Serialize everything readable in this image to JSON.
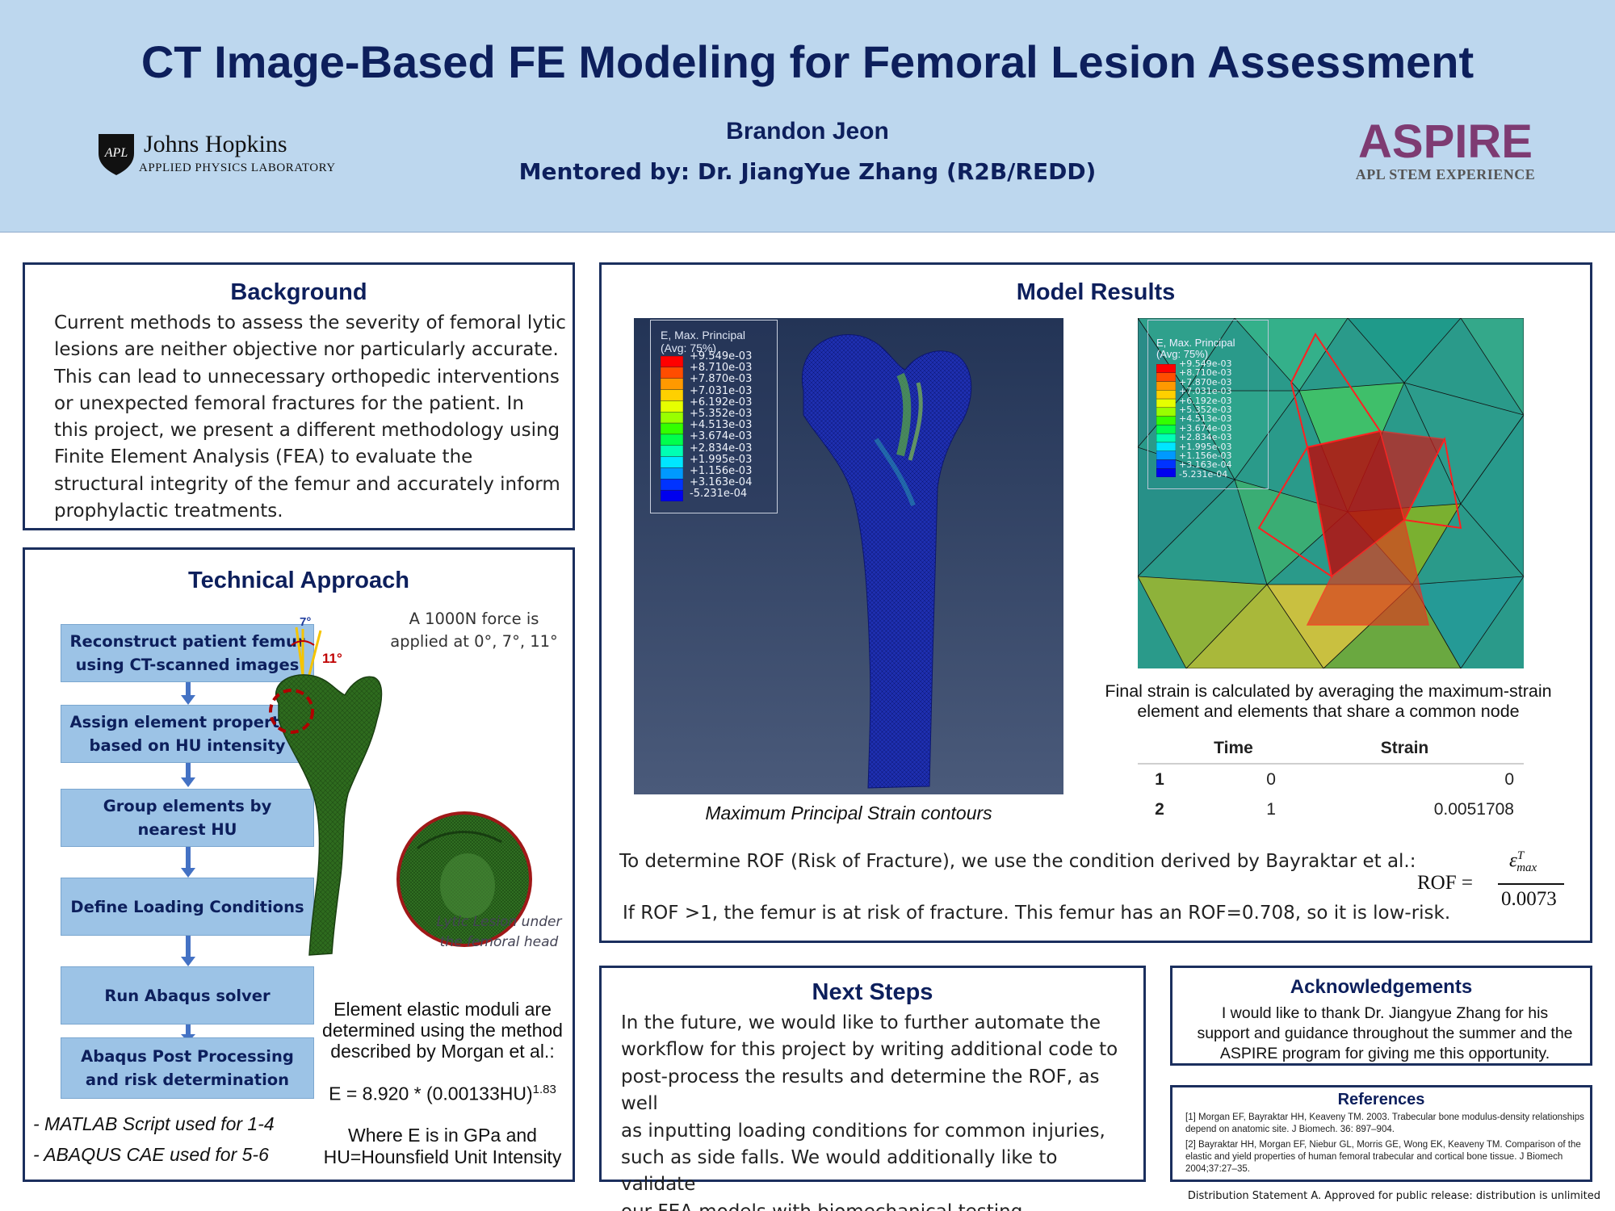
{
  "header": {
    "title": "CT Image-Based FE Modeling for Femoral Lesion Assessment",
    "author": "Brandon Jeon",
    "mentor": "Mentored by: Dr. JiangYue Zhang (R2B/REDD)",
    "logo_left": {
      "name": "Johns Hopkins",
      "sub": "APPLIED PHYSICS LABORATORY",
      "mark": "APL"
    },
    "logo_right": {
      "name": "ASPIRE",
      "sub": "APL STEM EXPERIENCE"
    }
  },
  "background": {
    "title": "Background",
    "lines": [
      "Current methods to assess the severity of femoral lytic",
      "lesions are neither objective nor particularly accurate.",
      "This can lead to unnecessary orthopedic interventions",
      "or unexpected femoral fractures for the patient. In",
      "this project, we present a different methodology using",
      "Finite Element Analysis (FEA) to evaluate the",
      "structural integrity of the femur and accurately inform",
      "prophylactic treatments."
    ]
  },
  "technical": {
    "title": "Technical Approach",
    "steps": [
      "Reconstruct patient femur using CT-scanned images",
      "Assign element properties based on HU intensity",
      "Group elements by nearest HU",
      "Define Loading Conditions",
      "Run Abaqus solver",
      "Abaqus Post Processing and risk determination"
    ],
    "tool_notes": [
      "- MATLAB Script used for 1-4",
      "- ABAQUS CAE used for 5-6"
    ],
    "force_text": "A 1000N force is applied at 0°, 7°, 11°",
    "angle_7": "7°",
    "angle_11": "11°",
    "lesion_caption": "Lytic Lesion under the femoral head",
    "moduli_text": "Element elastic moduli are determined using the method described by Morgan et al.:",
    "equation_base": "E = 8.920 * (0.00133HU)",
    "equation_exp": "1.83",
    "where_text": "Where E is in GPa and HU=Hounsfield Unit Intensity"
  },
  "model_results": {
    "title": "Model Results",
    "legend_title": "E, Max. Principal",
    "legend_avg": "(Avg: 75%)",
    "legend_values": [
      "+9.549e-03",
      "+8.710e-03",
      "+7.870e-03",
      "+7.031e-03",
      "+6.192e-03",
      "+5.352e-03",
      "+4.513e-03",
      "+3.674e-03",
      "+2.834e-03",
      "+1.995e-03",
      "+1.156e-03",
      "+3.163e-04",
      "-5.231e-04"
    ],
    "legend_colors": [
      "#ff0000",
      "#ff4d00",
      "#ff9900",
      "#ffd000",
      "#e6ff00",
      "#99ff00",
      "#33ff00",
      "#00ff4d",
      "#00ffb3",
      "#00e6ff",
      "#0099ff",
      "#0033ff",
      "#0000ee"
    ],
    "contour_caption": "Maximum Principal Strain contours",
    "final_strain_text": "Final strain is calculated by averaging the maximum-strain element and elements that share a common node",
    "table": {
      "headers": [
        "Time",
        "Strain"
      ],
      "rows": [
        {
          "idx": "1",
          "time": "0",
          "strain": "0"
        },
        {
          "idx": "2",
          "time": "1",
          "strain": "0.0051708"
        }
      ]
    },
    "rof_text": "To determine ROF (Risk of Fracture), we use the condition derived by Bayraktar et al.:",
    "rof_eq_lhs": "ROF =",
    "rof_eq_num": "ε",
    "rof_eq_sup": "T",
    "rof_eq_sub": "max",
    "rof_eq_den": "0.0073",
    "rof_result": "If ROF >1, the femur is at risk of fracture. This femur has an ROF=0.708, so it is low-risk."
  },
  "next_steps": {
    "title": "Next Steps",
    "lines": [
      "In the future, we would like to further automate the",
      "workflow for this project by writing additional code to",
      "post-process the results and determine the ROF, as well",
      "as inputting loading conditions for common injuries,",
      "such as side falls. We would additionally like to validate",
      "our FEA models with biomechanical testing."
    ]
  },
  "acknowledgements": {
    "title": "Acknowledgements",
    "lines": [
      "I would like to thank Dr. Jiangyue Zhang for his",
      "support and guidance throughout the summer and the",
      "ASPIRE program for giving me this opportunity."
    ]
  },
  "references": {
    "title": "References",
    "items": [
      "[1] Morgan EF, Bayraktar HH, Keaveny TM. 2003. Trabecular bone modulus-density relationships depend on anatomic site. J Biomech. 36: 897–904.",
      "[2] Bayraktar HH, Morgan EF, Niebur GL, Morris GE, Wong EK, Keaveny TM. Comparison of the elastic and yield properties of human femoral trabecular and cortical bone tissue. J Biomech 2004;37:27–35."
    ]
  },
  "footer": "Distribution Statement A. Approved for public release: distribution is unlimited",
  "colors": {
    "header_bg": "#bdd7ee",
    "navy": "#0d1f5c",
    "flow_box": "#9cc3e6",
    "aspire": "#7e3b72",
    "femur_green": "#2e6b1e",
    "mesh_blue": "#1e2fb0"
  }
}
